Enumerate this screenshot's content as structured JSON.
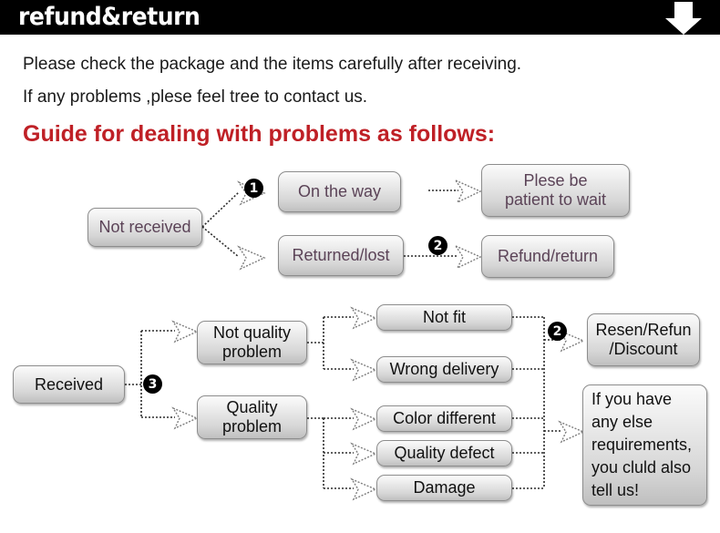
{
  "header": {
    "title": "refund&return",
    "arrow_icon": "down-arrow-icon",
    "bar_color": "#000000",
    "title_color": "#ffffff"
  },
  "intro": {
    "line1": "Please check the package and the items carefully after receiving.",
    "line2": "If any problems ,plese feel tree to contact us."
  },
  "guide": {
    "heading": "Guide for dealing with problems as follows:",
    "heading_color": "#bf2026"
  },
  "flow_top": {
    "source": {
      "label": "Not received"
    },
    "branches": [
      {
        "label": "On the way",
        "badge": "1",
        "result": "Plese be\npatient to wait"
      },
      {
        "label": "Returned/lost",
        "badge": "2",
        "result": "Refund/return"
      }
    ],
    "boxes": {
      "not_received": "Not received",
      "on_the_way": "On the way",
      "returned_lost": "Returned/lost",
      "plese_be_patient_line1": "Plese be",
      "plese_be_patient_line2": "patient to wait",
      "refund_return": "Refund/return"
    },
    "badges": {
      "one": "1",
      "two": "2"
    }
  },
  "flow_bottom": {
    "source": {
      "label": "Received"
    },
    "badges": {
      "three": "3",
      "two": "2"
    },
    "categories": [
      {
        "label_line1": "Not quality",
        "label_line2": "problem"
      },
      {
        "label_line1": "Quality",
        "label_line2": "problem"
      }
    ],
    "issues": [
      "Not fit",
      "Wrong delivery",
      "Color different",
      "Quality defect",
      "Damage"
    ],
    "outcomes": [
      {
        "line1": "Resen/Refun",
        "line2": "/Discount"
      },
      {
        "line1": "If you have",
        "line2": "any else",
        "line3": "requirements,",
        "line4": "you cluld also",
        "line5": "tell us!"
      }
    ]
  },
  "colors": {
    "box_border": "#8d8d8d",
    "box_text_purple": "#5b4357",
    "box_text_black": "#111111",
    "connector": "#2b2b2b",
    "accent_red": "#bf2026"
  }
}
